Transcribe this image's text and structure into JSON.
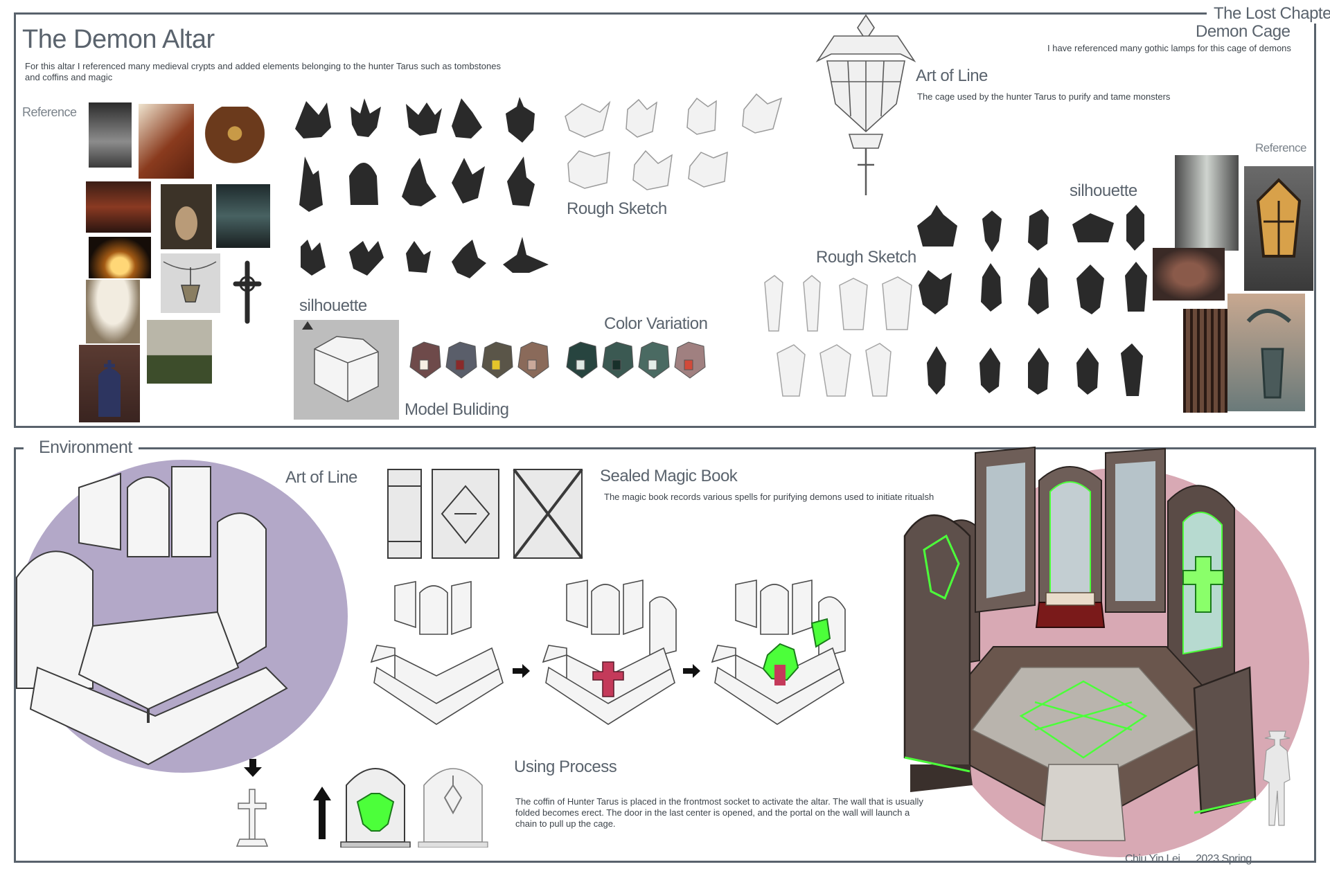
{
  "altar": {
    "title": "The Demon Altar",
    "desc": "For this altar I referenced many medieval crypts and added elements belonging to the hunter Tarus such as tombstones and coffins and magic",
    "reference_label": "Reference",
    "silhouette_label": "silhouette",
    "rough_sketch_label": "Rough Sketch",
    "model_label": "Model Buliding",
    "color_variation_label": "Color Variation"
  },
  "cage": {
    "chapter": "The Lost Chapter",
    "title": "Demon Cage",
    "desc": "I have referenced many gothic lamps for this cage of demons",
    "art_of_line_label": "Art of Line",
    "art_of_line_desc": "The cage used by the hunter Tarus to purify and tame monsters",
    "reference_label": "Reference",
    "silhouette_label": "silhouette",
    "rough_sketch_label": "Rough Sketch"
  },
  "environment": {
    "label": "Environment",
    "art_of_line_label": "Art of Line",
    "book_title": "Sealed Magic Book",
    "book_desc": "The magic book records various spells for purifying demons used to initiate ritualsh",
    "process_title": "Using Process",
    "process_desc": "The coffin of Hunter Tarus is placed in the frontmost socket to activate the altar. The wall that is usually folded becomes erect. The door in the last center is opened, and the portal on the wall will launch a chain to pull up the cage."
  },
  "credits": {
    "author": "Chiu Yin Lei",
    "date": "2023 Spring"
  },
  "colors": {
    "frame": "#59626c",
    "silhouette": "#2a2a2a",
    "accent_green": "#4cff3a",
    "accent_red": "#c43a5a",
    "circle_purple": "#b3a8c8",
    "circle_pink": "#d8a9b4"
  }
}
